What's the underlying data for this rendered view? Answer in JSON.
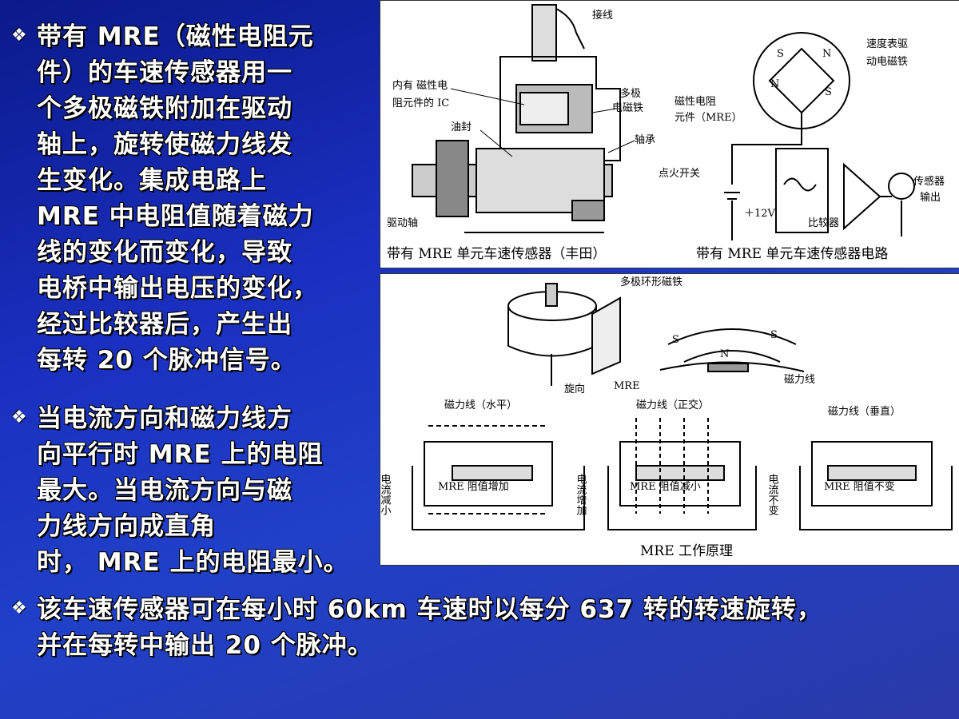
{
  "bullets": [
    {
      "lines": [
        "带有 MRE（磁性电阻元",
        "件）的车速传感器用一",
        "个多极磁铁附加在驱动",
        "轴上，旋转使磁力线发",
        "生变化。集成电路上",
        "MRE 中电阻值随着磁力",
        "线的变化而变化，导致",
        "电桥中输出电压的变化，",
        "经过比较器后，产生出",
        "每转 20 个脉冲信号。"
      ]
    },
    {
      "lines": [
        "当电流方向和磁力线方",
        "向平行时 MRE 上的电阻",
        "最大。当电流方向与磁",
        "力线方向成直角",
        "时， MRE 上的电阻最小。"
      ]
    },
    {
      "lines": [
        "该车速传感器可在每小时 60km 车速时以每分 637 转的转速旋转，",
        "并在每转中输出 20 个脉冲。"
      ]
    }
  ],
  "bullet_symbol": "❖",
  "figure1": {
    "labels": {
      "wire": "接线",
      "ic": "内有 磁性电",
      "ic2": "阻元件的 IC",
      "seal": "油封",
      "shaft": "驱动轴",
      "multipole": "多极",
      "multipole2": "电磁铁",
      "bearing": "轴承",
      "speedo": "速度表驱",
      "speedo2": "动电磁铁",
      "mre": "磁性电阻",
      "mre2": "元件（MRE）",
      "ignition": "点火开关",
      "voltage": "＋12V",
      "comparator": "比较器",
      "output": "传感器",
      "output2": "输出",
      "S1": "S",
      "N1": "N",
      "N2": "N",
      "S2": "S"
    },
    "caption_left": "带有 MRE 单元车速传感器（丰田）",
    "caption_right": "带有 MRE 单元车速传感器电路"
  },
  "figure2": {
    "labels": {
      "ring_magnet": "多极环形磁铁",
      "rotation": "旋向",
      "mre": "MRE",
      "flux": "磁力线",
      "S_left": "S",
      "N_mid": "N",
      "S_right": "S",
      "flux_h": "磁力线（水平）",
      "flux_o": "磁力线（正交）",
      "flux_v": "磁力线（垂直）",
      "res_inc": "MRE 阻值增加",
      "res_dec": "MRE 阻值减小",
      "res_const": "MRE 阻值不变",
      "cur_dec": "电流减小",
      "cur_inc": "电流增加",
      "cur_const": "电流不变"
    },
    "caption": "MRE 工作原理"
  }
}
